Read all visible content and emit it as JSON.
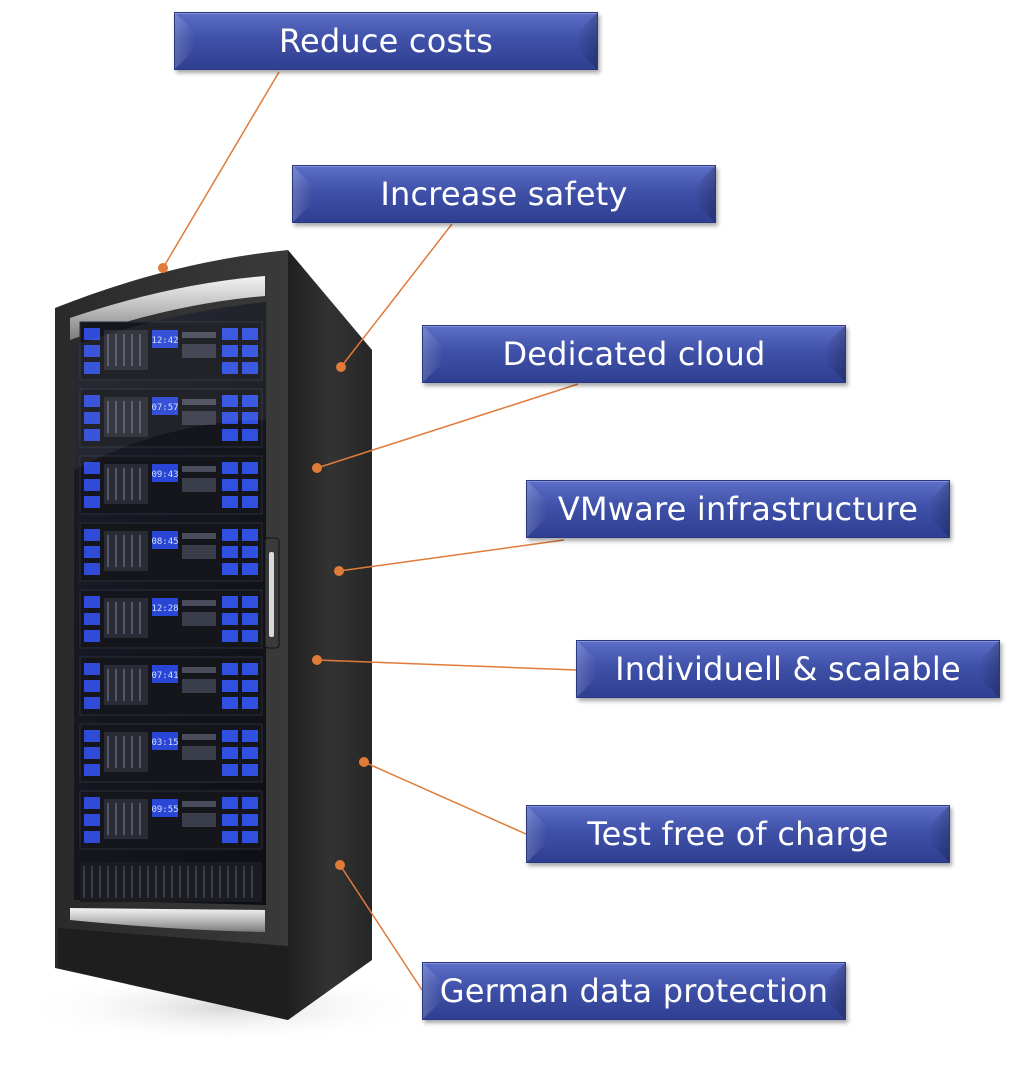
{
  "labels": [
    "Reduce costs",
    "Increase safety",
    "Dedicated cloud",
    "VMware infrastructure",
    "Individuell & scalable",
    "Test free of charge",
    "German data protection"
  ],
  "rack_displays": [
    "12:42",
    "07:57",
    "09:43",
    "08:45",
    "12:28",
    "07:41",
    "03:15",
    "09:55"
  ],
  "colors": {
    "label_fill": "#3f51a8",
    "connector": "#e07b39",
    "rack_body": "#2b2b2b",
    "server_led": "#2f4bd8"
  }
}
